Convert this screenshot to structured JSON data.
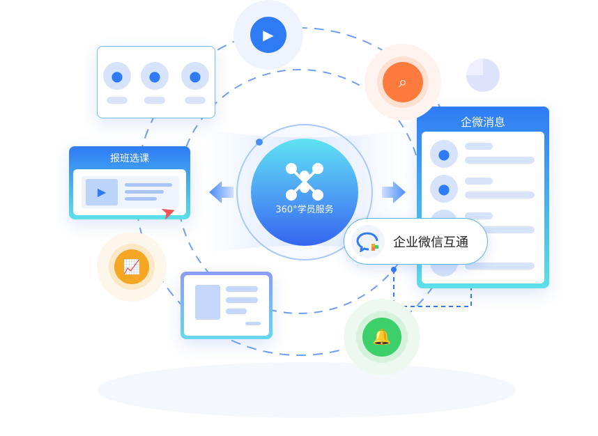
{
  "center": {
    "label": "360°学员服务"
  },
  "cards": {
    "enroll": {
      "title": "报班选课"
    },
    "wecom_messages": {
      "title": "企微消息"
    }
  },
  "pill": {
    "label": "企业微信互通"
  },
  "colors": {
    "primary": "#2f7bf5",
    "orange": "#ff7a3d",
    "yellow": "#f5a623",
    "green": "#3ccf6a",
    "cyan": "#5ce0ea"
  }
}
